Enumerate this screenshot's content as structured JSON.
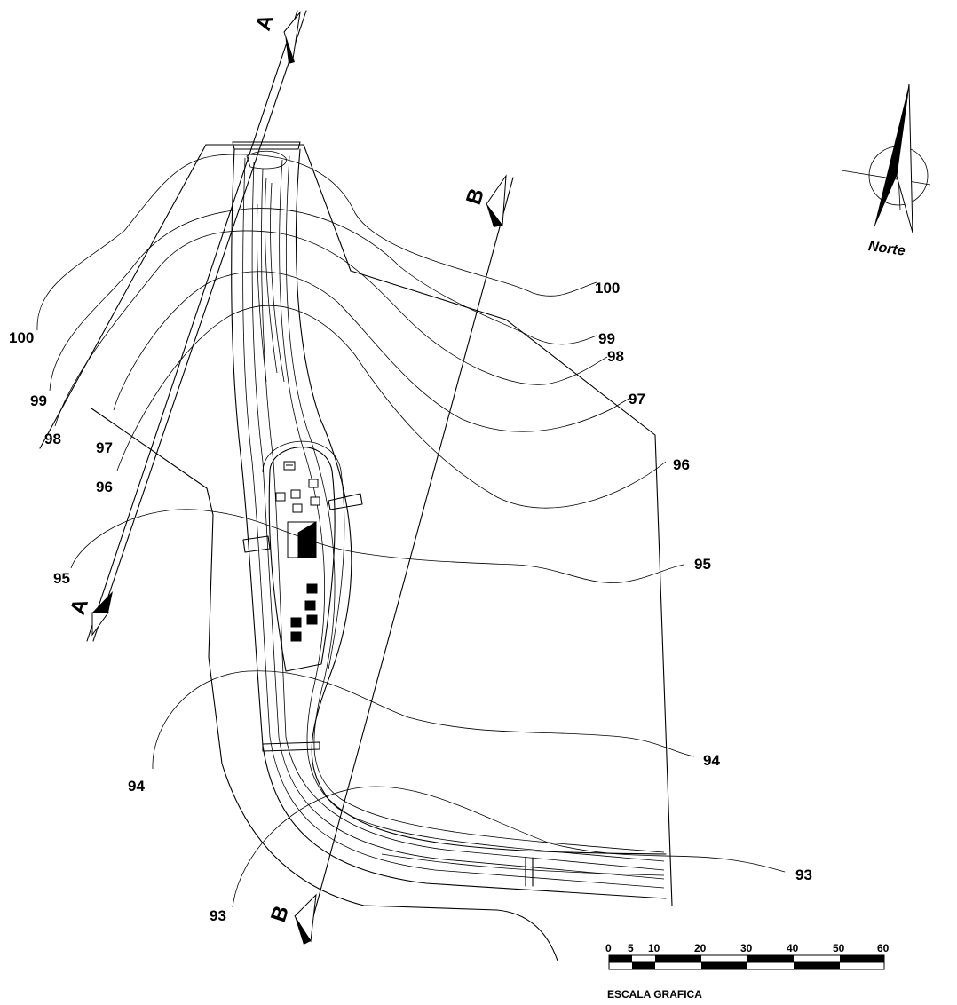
{
  "sections": {
    "a_top": "A",
    "a_bottom": "A",
    "b_top": "B",
    "b_bottom": "B"
  },
  "contours_left": [
    "100",
    "99",
    "98",
    "97",
    "96",
    "95",
    "94",
    "93"
  ],
  "contours_right": [
    "100",
    "99",
    "98",
    "97",
    "96",
    "95",
    "94",
    "93"
  ],
  "north_label": "Norte",
  "scale": {
    "ticks": [
      "0",
      "5",
      "10",
      "20",
      "30",
      "40",
      "50",
      "60"
    ],
    "title": "ESCALA GRAFICA"
  }
}
